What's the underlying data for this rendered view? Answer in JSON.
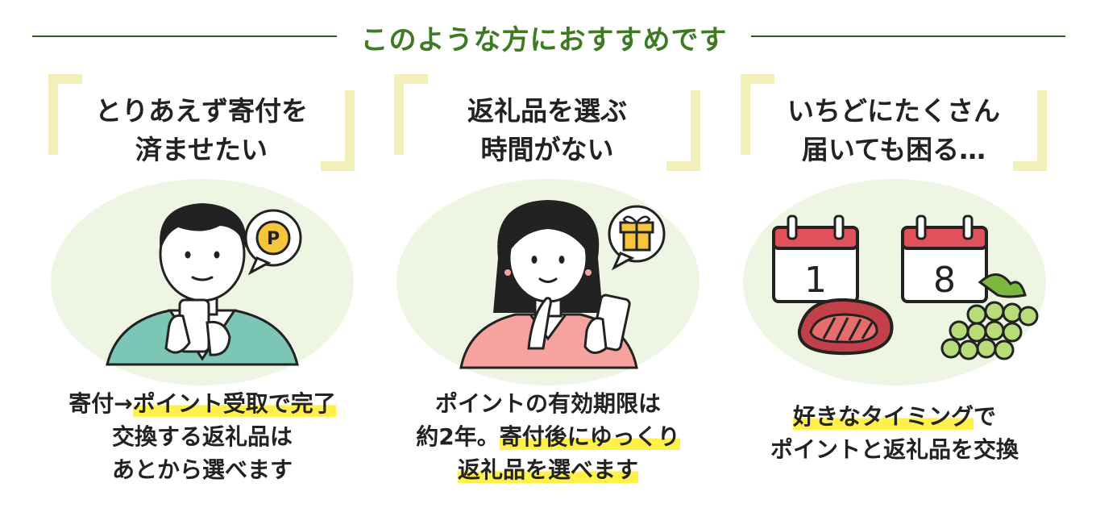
{
  "header": {
    "title": "このような方におすすめです"
  },
  "colors": {
    "accent_green": "#3d7a21",
    "bracket_yellow": "#f2f0b8",
    "highlight_yellow": "#fff14a",
    "circle_bg": "#eef5e2"
  },
  "cards": [
    {
      "quote": [
        "とりあえず寄付を",
        "済ませたい"
      ],
      "icon": "man-with-phone-point-icon",
      "badge": "P",
      "desc": [
        {
          "plain": "寄付→",
          "highlight": "ポイント受取で完了",
          "tail": ""
        },
        {
          "plain": "交換する返礼品は",
          "highlight": "",
          "tail": ""
        },
        {
          "plain": "あとから選べます",
          "highlight": "",
          "tail": ""
        }
      ]
    },
    {
      "quote": [
        "返礼品を選ぶ",
        "時間がない"
      ],
      "icon": "woman-with-phone-gift-icon",
      "desc": [
        {
          "plain": "ポイントの有効期限は",
          "highlight": "",
          "tail": ""
        },
        {
          "plain": "約2年。",
          "highlight": "寄付後にゆっくり",
          "tail": ""
        },
        {
          "plain": "",
          "highlight": "返礼品を選べます",
          "tail": ""
        }
      ]
    },
    {
      "quote": [
        "いちどにたくさん",
        "届いても困る…"
      ],
      "icon": "calendar-steak-grapes-icon",
      "calendar_days": [
        "1",
        "8"
      ],
      "desc": [
        {
          "plain": "",
          "highlight": "好きなタイミング",
          "tail": "で"
        },
        {
          "plain": "ポイントと返礼品を交換",
          "highlight": "",
          "tail": ""
        }
      ]
    }
  ]
}
